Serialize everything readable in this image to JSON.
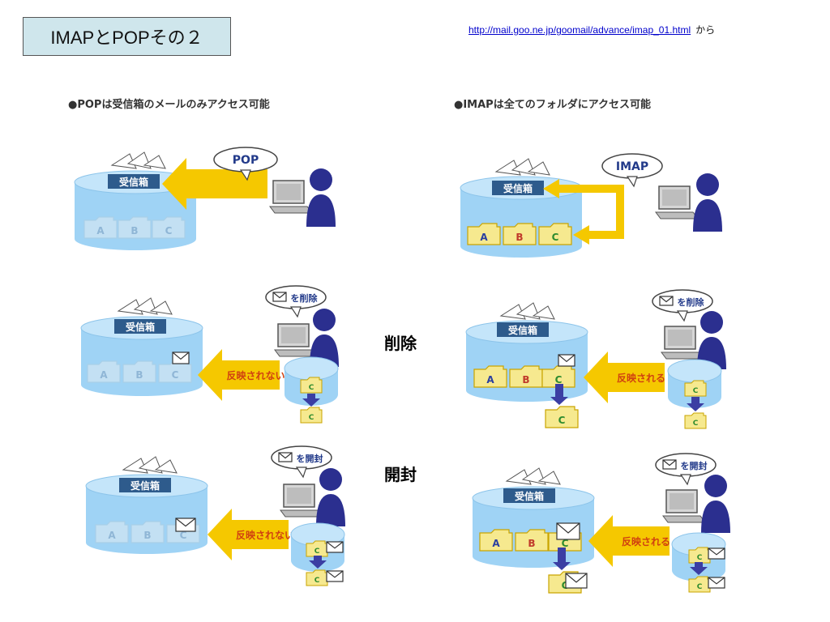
{
  "slide": {
    "title": "IMAPとPOPその２",
    "source_url": "http://mail.goo.ne.jp/goomail/advance/imap_01.html",
    "source_suffix": "から"
  },
  "headings": {
    "pop": "●POPは受信箱のメールのみアクセス可能",
    "imap": "●IMAPは全てのフォルダにアクセス可能"
  },
  "row_labels": {
    "delete": "削除",
    "open": "開封"
  },
  "diagram": {
    "inbox_label": "受信箱",
    "folders": [
      "A",
      "B",
      "C"
    ],
    "local_folder": "C",
    "bubbles": {
      "pop": "POP",
      "imap": "IMAP",
      "delete": "を削除",
      "open": "を開封"
    },
    "arrows": {
      "not_reflected": "反映されない",
      "reflected": "反映される"
    },
    "colors": {
      "cylinder": "#9fd3f5",
      "inbox_tag": "#2e5b8c",
      "arrow": "#f5c800",
      "person": "#2b2f8f",
      "folder": "#f6e98f",
      "folder_faded": "#c3e0f3",
      "down_arrow": "#3b3ea3"
    }
  }
}
